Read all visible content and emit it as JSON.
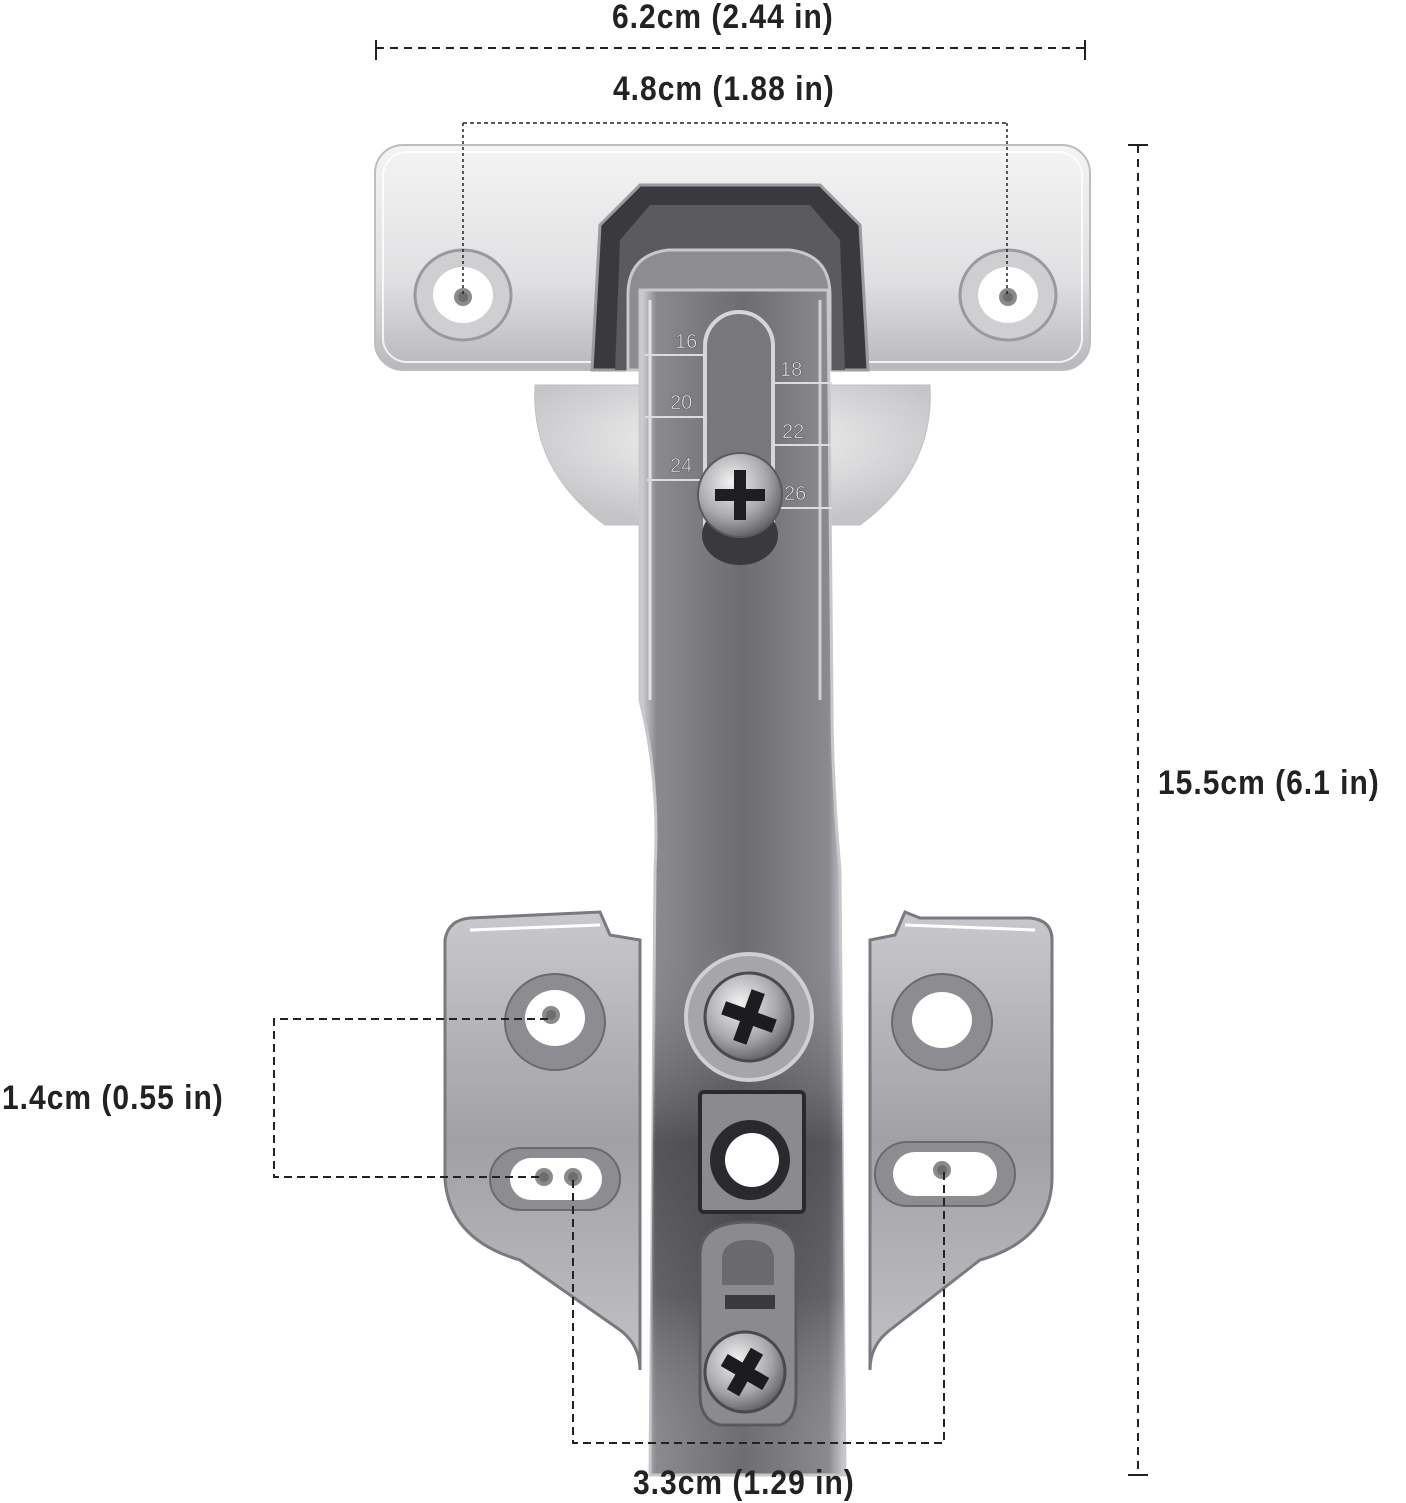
{
  "diagram": {
    "subject": "Concealed cabinet hinge (overlay) with mounting plate",
    "colors": {
      "text": "#222222",
      "dimension_line": "#222222",
      "steel_light": "#e6e6e8",
      "steel_mid": "#a9a9ad",
      "steel_dark": "#4a4a4e",
      "background": "#ffffff"
    },
    "dimensions": {
      "overall_width": {
        "label": "6.2cm (2.44 in)",
        "cm": 6.2,
        "in": 2.44
      },
      "cup_hole_spacing": {
        "label": "4.8cm (1.88 in)",
        "cm": 4.8,
        "in": 1.88
      },
      "overall_length": {
        "label": "15.5cm (6.1 in)",
        "cm": 15.5,
        "in": 6.1
      },
      "plate_hole_vertical_spacing": {
        "label": "1.4cm (0.55 in)",
        "cm": 1.4,
        "in": 0.55
      },
      "plate_hole_horizontal_spacing": {
        "label": "3.3cm (1.29 in)",
        "cm": 3.3,
        "in": 1.29
      }
    },
    "scale_markings": {
      "left": [
        "16",
        "20",
        "24"
      ],
      "right": [
        "18",
        "22",
        "26"
      ]
    }
  }
}
